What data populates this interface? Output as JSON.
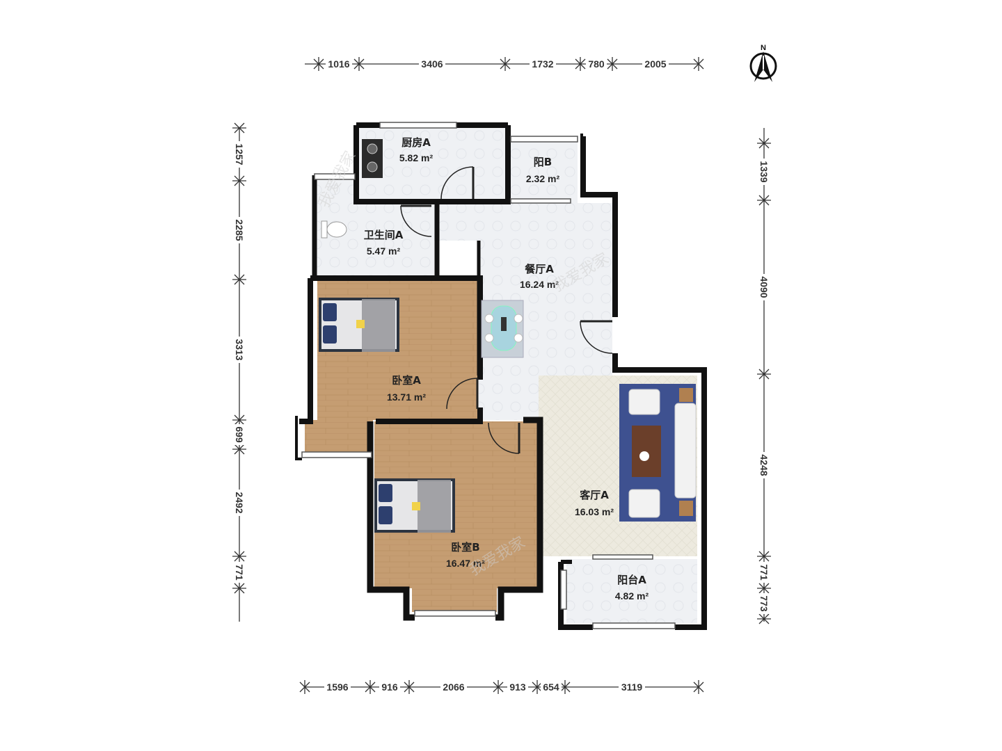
{
  "compass": {
    "label": "N"
  },
  "dimensions": {
    "top": [
      "1016",
      "3406",
      "1732",
      "780",
      "2005"
    ],
    "bottom": [
      "1596",
      "916",
      "2066",
      "913",
      "654",
      "3119"
    ],
    "left": [
      "1257",
      "2285",
      "3313",
      "699",
      "2492",
      "771"
    ],
    "right": [
      "1339",
      "4090",
      "4248",
      "771",
      "773"
    ]
  },
  "rooms": [
    {
      "name": "厨房A",
      "area": "5.82 m²"
    },
    {
      "name": "阳B",
      "area": "2.32 m²"
    },
    {
      "name": "卫生间A",
      "area": "5.47 m²"
    },
    {
      "name": "餐厅A",
      "area": "16.24 m²"
    },
    {
      "name": "卧室A",
      "area": "13.71 m²"
    },
    {
      "name": "客厅A",
      "area": "16.03 m²"
    },
    {
      "name": "卧室B",
      "area": "16.47 m²"
    },
    {
      "name": "阳台A",
      "area": "4.82 m²"
    }
  ],
  "watermarks": [
    "我爱我家",
    "我爱我家",
    "我爱我家"
  ],
  "colors": {
    "wall": "#111111",
    "wood": "#c49c72",
    "tile": "#eef0f3",
    "carpet": "#ecebdf",
    "rug": "#3e5190",
    "dimension_line": "#333333"
  }
}
